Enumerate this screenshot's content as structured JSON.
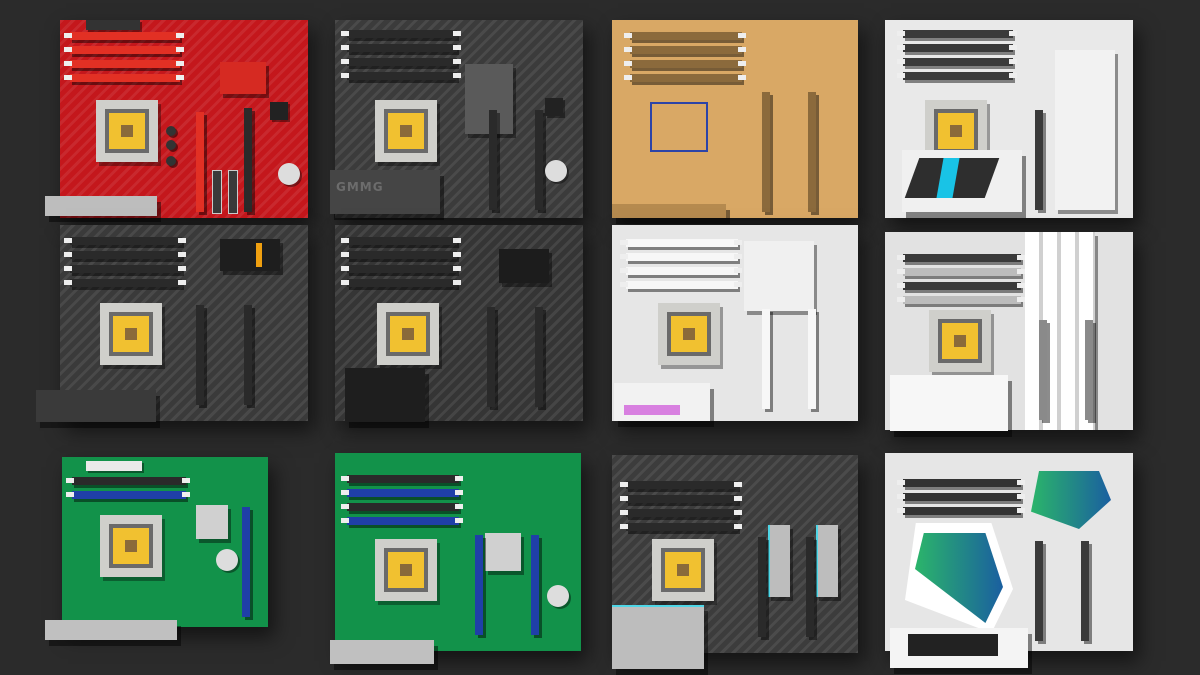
{
  "scene": {
    "description": "Grid of 12 stylized motherboard illustrations",
    "background": "#2b2b2b",
    "rows": 3,
    "columns": 4
  },
  "boards": [
    {
      "id": "red",
      "pcb": "#c4171c",
      "ram": "#e23024",
      "accent": "#e23024",
      "slot": "#2a2a2a",
      "io": "#bdbdbd"
    },
    {
      "id": "dark-gray",
      "pcb": "#3b3b3b",
      "ram": "#2a2a2a",
      "accent": "#6e6e6e",
      "slot": "#2a2a2a",
      "io": "#454545",
      "logo_text": "GMMG"
    },
    {
      "id": "cardboard",
      "pcb": "#d9a865",
      "ram": "#8b6a3c",
      "accent": "#2c44a8",
      "slot": "#8b6a3c",
      "io": "#b58a4f"
    },
    {
      "id": "white-cyan",
      "pcb": "#e9e9e9",
      "ram": "#2e2e2e",
      "accent": "#19c3e6",
      "slot": "#3a3a3a",
      "io": "#f0f0f0"
    },
    {
      "id": "black-orange",
      "pcb": "#3a3a3a",
      "ram": "#2a2a2a",
      "accent": "#f0a010",
      "slot": "#2a2a2a",
      "io": "#3a3a3a"
    },
    {
      "id": "black",
      "pcb": "#353535",
      "ram": "#2a2a2a",
      "accent": "#1c1c1c",
      "slot": "#2a2a2a",
      "io": "#1e1e1e"
    },
    {
      "id": "white-pink",
      "pcb": "#e6e6e6",
      "ram": "#f7f7f7",
      "accent": "#d880e0",
      "slot": "#f7f7f7",
      "io": "#f2f2f2"
    },
    {
      "id": "white-fins",
      "pcb": "#e2e2e2",
      "ram": "#3a3a3a",
      "accent": "#ffffff",
      "slot": "#8a8a8a",
      "io": "#f7f7f7"
    },
    {
      "id": "green-blue-small",
      "pcb": "#12924a",
      "ram": "#1f3fa8",
      "accent": "#1f3fa8",
      "slot": "#1f3fa8",
      "io": "#c0c0c0"
    },
    {
      "id": "green-blue",
      "pcb": "#12924a",
      "ram": "#1f3fa8",
      "accent": "#1f3fa8",
      "slot": "#1f3fa8",
      "io": "#c0c0c0"
    },
    {
      "id": "gray-teal",
      "pcb": "#3c3c3c",
      "ram": "#2a2a2a",
      "accent": "#4fd6e6",
      "slot": "#2a2a2a",
      "io": "#bdbdbd"
    },
    {
      "id": "white-gradient",
      "pcb": "#e6e6e6",
      "ram": "#333333",
      "accent": "#1a7bb0",
      "slot": "#3a3a3a",
      "io": "#f4f4f4"
    }
  ],
  "cpu": {
    "color": "#f1c130",
    "die": "#8a6a3a",
    "socket": "#cfcfcb"
  }
}
